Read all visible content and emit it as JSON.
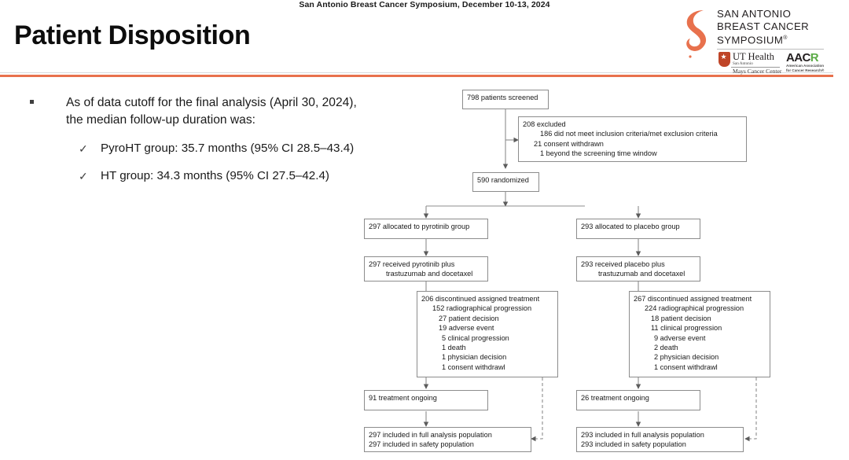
{
  "header": {
    "conference_line": "San Antonio Breast Cancer Symposium, December 10-13, 2024",
    "title": "Patient Disposition"
  },
  "logo": {
    "line1": "SAN ANTONIO",
    "line2": "BREAST CANCER",
    "line3": "SYMPOSIUM",
    "registered_mark": "®",
    "ut_health": {
      "name": "UT Health",
      "sub1": "San Antonio",
      "sub2": "Mays Cancer Center",
      "shield_icon": "shield-star-icon"
    },
    "aacr": {
      "word_aac": "AAC",
      "word_r": "R",
      "subtitle": "American Association for Cancer Research®"
    },
    "swirl_icon": "sabcs-ribbon-icon",
    "accent_color": "#e8714d",
    "green_color": "#5aaa46",
    "shield_color": "#bf4528"
  },
  "bullets": {
    "level1_line1": "As of data cutoff for the final analysis (April 30, 2024),",
    "level1_line2": "the median follow-up duration was:",
    "marker_icon": "square-bullet-icon",
    "sub_items": [
      {
        "check_icon": "check-mark-icon",
        "text": "PyroHT group: 35.7 months (95% CI 28.5–43.4)"
      },
      {
        "check_icon": "check-mark-icon",
        "text": "HT group: 34.3 months (95% CI 27.5–42.4)"
      }
    ]
  },
  "flowchart": {
    "screened": "798 patients screened",
    "excluded": {
      "head": "208 excluded",
      "items": [
        "186 did not meet inclusion criteria/met exclusion criteria",
        "21 consent withdrawn",
        "1 beyond the screening time window"
      ]
    },
    "randomized": "590 randomized",
    "left": {
      "allocated": "297 allocated to pyrotinib group",
      "received_line1": "297 received pyrotinib plus",
      "received_line2": "trastuzumab and docetaxel",
      "discontinued_head": "206 discontinued assigned treatment",
      "discontinued_items": [
        "152 radiographical progression",
        "27 patient decision",
        "19 adverse event",
        "5 clinical progression",
        "1 death",
        "1 physician decision",
        "1 consent withdrawl"
      ],
      "ongoing": "91 treatment ongoing",
      "population_line1": "297 included in full analysis population",
      "population_line2": "297 included in safety population"
    },
    "right": {
      "allocated": "293 allocated to placebo group",
      "received_line1": "293 received placebo plus",
      "received_line2": "trastuzumab and docetaxel",
      "discontinued_head": "267 discontinued assigned treatment",
      "discontinued_items": [
        "224 radiographical progression",
        "18 patient decision",
        "11 clinical progression",
        "9 adverse event",
        "2 death",
        "2 physician decision",
        "1 consent withdrawl"
      ],
      "ongoing": "26 treatment ongoing",
      "population_line1": "293 included in full analysis population",
      "population_line2": "293 included in safety population"
    }
  }
}
